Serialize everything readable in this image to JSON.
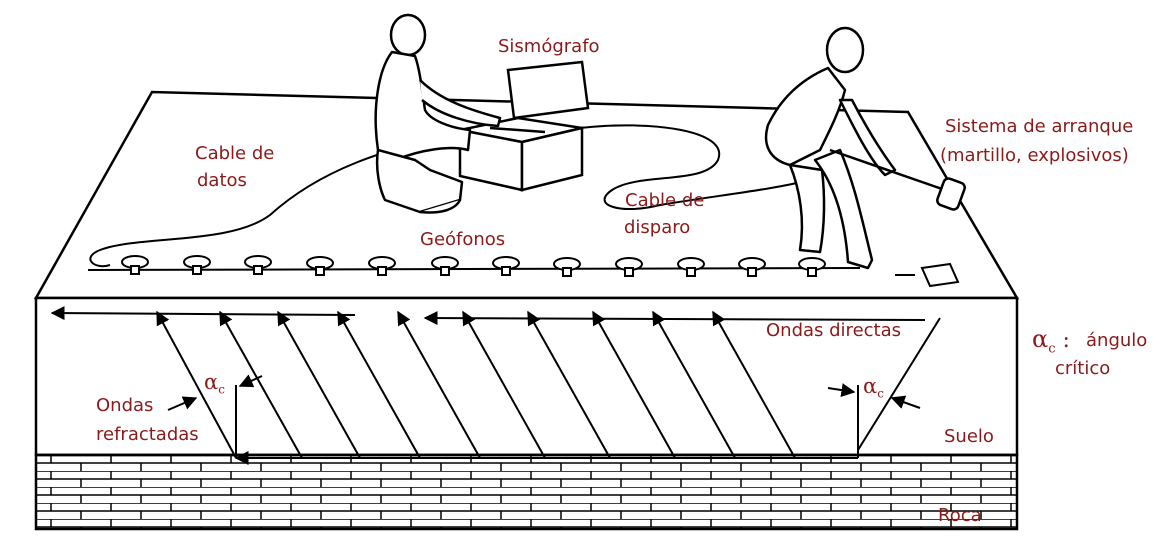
{
  "labels": {
    "sismografo": "Sismógrafo",
    "cable_datos_1": "Cable de",
    "cable_datos_2": "datos",
    "geofonos": "Geófonos",
    "cable_disparo_1": "Cable de",
    "cable_disparo_2": "disparo",
    "arranque_1": "Sistema de arranque",
    "arranque_2": "(martillo, explosivos)",
    "ondas_directas": "Ondas directas",
    "ondas_refr_1": "Ondas",
    "ondas_refr_2": "refractadas",
    "suelo": "Suelo",
    "roca": "Roca",
    "alpha": "α",
    "alpha_sub": "c",
    "legend_sep": " : ",
    "legend_1": "ángulo",
    "legend_2": "crítico"
  },
  "colors": {
    "label": "#8B1A1A",
    "ink": "#000000",
    "background": "#ffffff"
  }
}
